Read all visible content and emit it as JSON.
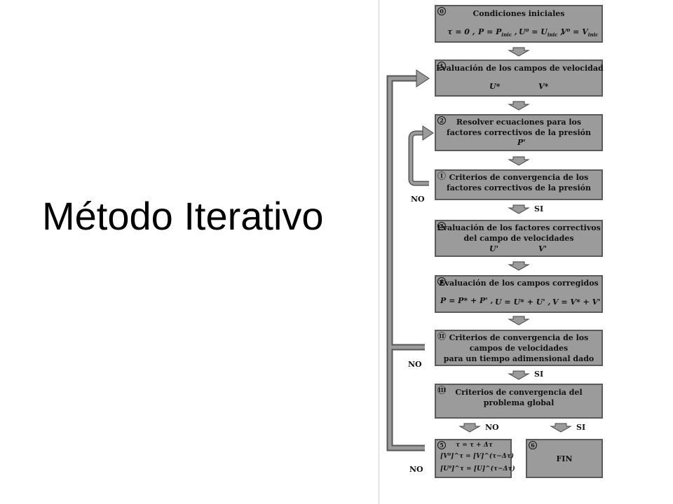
{
  "slide": {
    "title": "Método Iterativo"
  },
  "flow": {
    "box0": {
      "num": "0",
      "title": "Condiciones iniciales",
      "eq1": "τ = 0 ,",
      "eq2": "P = P",
      "eq2sub": "inic",
      "eq3": "U⁰ = U",
      "eq3sub": "inic",
      "eq4": "V⁰ = V",
      "eq4sub": "inic"
    },
    "box1": {
      "num": "1",
      "title": "Evaluación de los campos de velocidad",
      "var1": "U*",
      "var2": "V*"
    },
    "box2": {
      "num": "2",
      "line1": "Resolver ecuaciones para los",
      "line2": "factores correctivos de la presión",
      "var1": "P'"
    },
    "boxI": {
      "num": "I",
      "line1": "Criterios de convergencia de los",
      "line2": "factores correctivos de la presión"
    },
    "box3": {
      "num": "3",
      "line1": "Evaluación de los factores correctivos",
      "line2": "del campo de velocidades",
      "var1": "U'",
      "var2": "V'"
    },
    "box4": {
      "num": "4",
      "title": "Evaluación de los campos corregidos",
      "eq1": "P   = P* + P' ,",
      "eq2": "U   = U* + U' ,",
      "eq3": "V   = V* + V'"
    },
    "boxII": {
      "num": "II",
      "line1": "Criterios de convergencia de los",
      "line2": "campos de velocidades",
      "line3": "para un tiempo adimensional dado"
    },
    "boxIII": {
      "num": "III",
      "line1": "Criterios de convergencia del",
      "line2": "problema global"
    },
    "box5": {
      "num": "5",
      "eq1": "τ = τ + Δτ",
      "eq2": "[V⁰]^τ = [V]^(τ−Δτ)",
      "eq3": "[U⁰]^τ = [U]^(τ−Δτ)"
    },
    "box6": {
      "num": "6",
      "title": "FIN"
    },
    "labels": {
      "no1": "NO",
      "si1": "SI",
      "no2": "NO",
      "si2": "SI",
      "no3": "NO",
      "si3": "SI",
      "no4": "NO"
    }
  }
}
